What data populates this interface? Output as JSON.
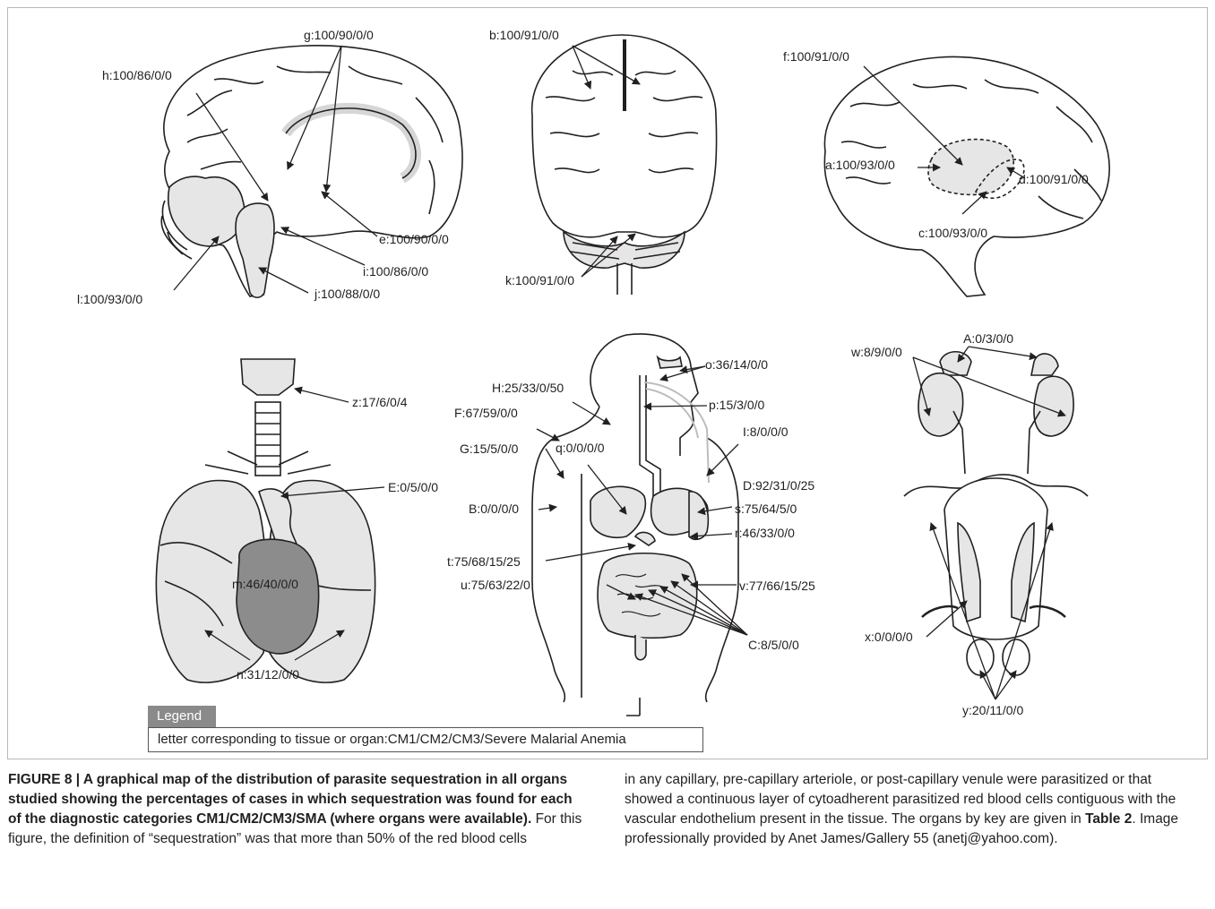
{
  "labels": {
    "brain_sagittal": {
      "g": "g:100/90/0/0",
      "h": "h:100/86/0/0",
      "e": "e:100/90/0/0",
      "i": "i:100/86/0/0",
      "l": "l:100/93/0/0",
      "j": "j:100/88/0/0"
    },
    "brain_coronal": {
      "b": "b:100/91/0/0",
      "k": "k:100/91/0/0"
    },
    "brain_lateral": {
      "f": "f:100/91/0/0",
      "a": "a:100/93/0/0",
      "d": "d:100/91/0/0",
      "c": "c:100/93/0/0"
    },
    "thorax": {
      "z": "z:17/6/0/4",
      "E": "E:0/5/0/0",
      "m": "m:46/40/0/0",
      "n": "n:31/12/0/0"
    },
    "body": {
      "o": "o:36/14/0/0",
      "H": "H:25/33/0/50",
      "p": "p:15/3/0/0",
      "F": "F:67/59/0/0",
      "I": "I:8/0/0/0",
      "G": "G:15/5/0/0",
      "q": "q:0/0/0/0",
      "D": "D:92/31/0/25",
      "B": "B:0/0/0/0",
      "s": "s:75/64/5/0",
      "r": "r:46/33/0/0",
      "t": "t:75/68/15/25",
      "u": "u:75/63/22/0",
      "v": "v:77/66/15/25",
      "C": "C:8/5/0/0"
    },
    "urogenital": {
      "A": "A:0/3/0/0",
      "w": "w:8/9/0/0",
      "x": "x:0/0/0/0",
      "y": "y:20/11/0/0"
    }
  },
  "legend": {
    "title": "Legend",
    "text": "letter corresponding to tissue or organ:CM1/CM2/CM3/Severe Malarial Anemia"
  },
  "caption": {
    "figure_label": "FIGURE 8 | A graphical map of the distribution of parasite sequestration in all organs studied showing the percentages of cases in which sequestration was found for each of the diagnostic categories CM1/CM2/CM3/SMA (where organs were available).",
    "left_rest": " For this figure, the definition of “sequestration” was that more than 50% of the red blood cells",
    "right_1": "in any capillary, pre-capillary arteriole, or post-capillary venule were parasitized or that showed a continuous layer of cytoadherent parasitized red blood cells contiguous with the vascular endothelium present in the tissue. The organs by key are given in ",
    "right_table": "Table 2",
    "right_2": ". Image professionally provided by Anet James/Gallery 55 (anetj@yahoo.com)."
  },
  "colors": {
    "organ_fill": "#e6e6e6",
    "heart_fill": "#8c8c8c",
    "line": "#231f20"
  }
}
